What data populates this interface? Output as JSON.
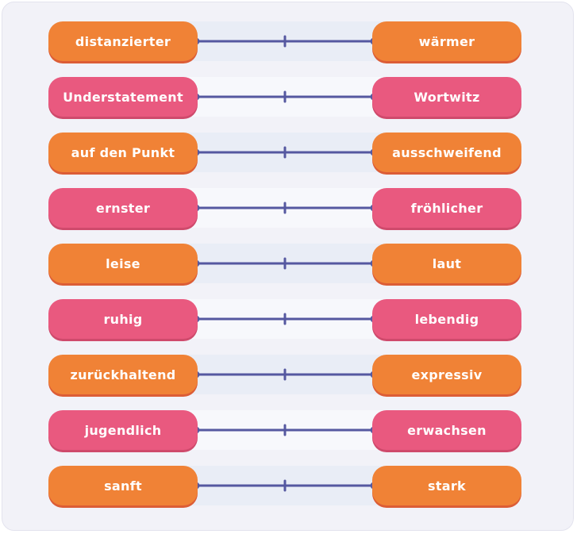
{
  "colors": {
    "orange": "#f08236",
    "orange_shadow": "#dc5d36",
    "pink": "#e9597f",
    "pink_shadow": "#cf4a6c",
    "line": "#5558a0",
    "band_light": "#e9edf6",
    "band_lighter": "#f7f8fc",
    "background": "#f2f2f8"
  },
  "scales": [
    {
      "left": "distanzierter",
      "right": "wärmer",
      "color": "orange"
    },
    {
      "left": "Understatement",
      "right": "Wortwitz",
      "color": "pink"
    },
    {
      "left": "auf den Punkt",
      "right": "ausschweifend",
      "color": "orange"
    },
    {
      "left": "ernster",
      "right": "fröhlicher",
      "color": "pink"
    },
    {
      "left": "leise",
      "right": "laut",
      "color": "orange"
    },
    {
      "left": "ruhig",
      "right": "lebendig",
      "color": "pink"
    },
    {
      "left": "zurückhaltend",
      "right": "expressiv",
      "color": "orange"
    },
    {
      "left": "jugendlich",
      "right": "erwachsen",
      "color": "pink"
    },
    {
      "left": "sanft",
      "right": "stark",
      "color": "orange"
    }
  ]
}
